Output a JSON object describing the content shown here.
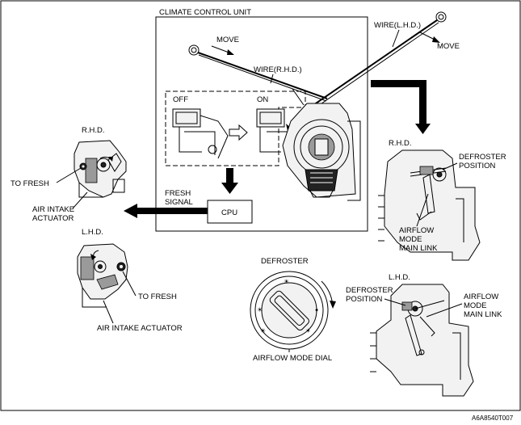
{
  "labels": {
    "climate_control_unit": "CLIMATE CONTROL UNIT",
    "move_rhd": "MOVE",
    "move_lhd": "MOVE",
    "wire_rhd": "WIRE(R.H.D.)",
    "wire_lhd": "WIRE(L.H.D.)",
    "off": "OFF",
    "on": "ON",
    "fresh_signal_line1": "FRESH",
    "fresh_signal_line2": "SIGNAL",
    "cpu": "CPU",
    "rhd_left": "R.H.D.",
    "to_fresh_left": "TO FRESH",
    "air_intake_actuator_line1": "AIR INTAKE",
    "air_intake_actuator_line2": "ACTUATOR",
    "lhd_left": "L.H.D.",
    "to_fresh_lower": "TO FRESH",
    "air_intake_actuator_lower": "AIR INTAKE ACTUATOR",
    "defroster": "DEFROSTER",
    "airflow_mode_dial": "AIRFLOW MODE DIAL",
    "rhd_right": "R.H.D.",
    "defroster_position_rhd_line1": "DEFROSTER",
    "defroster_position_rhd_line2": "POSITION",
    "airflow_mode_main_link_rhd_line1": "AIRFLOW",
    "airflow_mode_main_link_rhd_line2": "MODE",
    "airflow_mode_main_link_rhd_line3": "MAIN LINK",
    "lhd_right": "L.H.D.",
    "defroster_position_lhd_line1": "DEFROSTER",
    "defroster_position_lhd_line2": "POSITION",
    "airflow_mode_main_link_lhd_line1": "AIRFLOW",
    "airflow_mode_main_link_lhd_line2": "MODE",
    "airflow_mode_main_link_lhd_line3": "MAIN LINK",
    "figure_code": "A6A8540T007"
  }
}
